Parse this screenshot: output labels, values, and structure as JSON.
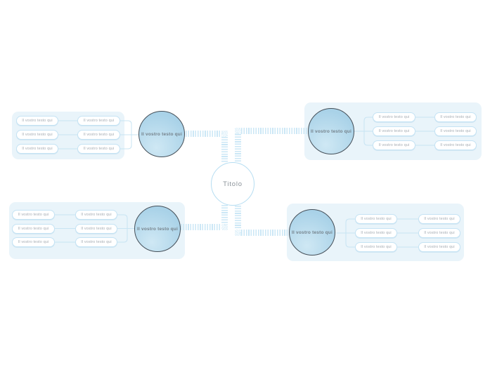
{
  "diagram": {
    "center_label": "Titolo",
    "branches": [
      {
        "id": "top-left",
        "label": "Il vostro testo qui",
        "pills": [
          "Il vostro testo qui",
          "Il vostro testo qui",
          "Il vostro testo qui",
          "Il vostro testo qui",
          "Il vostro testo qui",
          "Il vostro testo qui"
        ]
      },
      {
        "id": "top-right",
        "label": "Il vostro testo qui",
        "pills": [
          "Il vostro testo qui",
          "Il vostro testo qui",
          "Il vostro testo qui",
          "Il vostro testo qui",
          "Il vostro testo qui",
          "Il vostro testo qui"
        ]
      },
      {
        "id": "bottom-left",
        "label": "Il vostro testo qui",
        "pills": [
          "Il vostro testo qui",
          "Il vostro testo qui",
          "Il vostro testo qui",
          "Il vostro testo qui",
          "Il vostro testo qui",
          "Il vostro testo qui"
        ]
      },
      {
        "id": "bottom-right",
        "label": "Il vostro testo qui",
        "pills": [
          "Il vostro testo qui",
          "Il vostro testo qui",
          "Il vostro testo qui",
          "Il vostro testo qui",
          "Il vostro testo qui",
          "Il vostro testo qui"
        ]
      }
    ],
    "colors": {
      "panel": "#e9f4fa",
      "stripe": "#cbe7f6",
      "line": "#c8e4f3",
      "node_fill": "#a9d2e8",
      "node_fill_light": "#cfe8f4",
      "node_border": "#454f58",
      "node_text": "#75828b",
      "pill_border": "#c5e3f4",
      "pill_text": "#a6adb4",
      "center_border": "#b5ddf2",
      "center_text": "#8a9299"
    }
  }
}
